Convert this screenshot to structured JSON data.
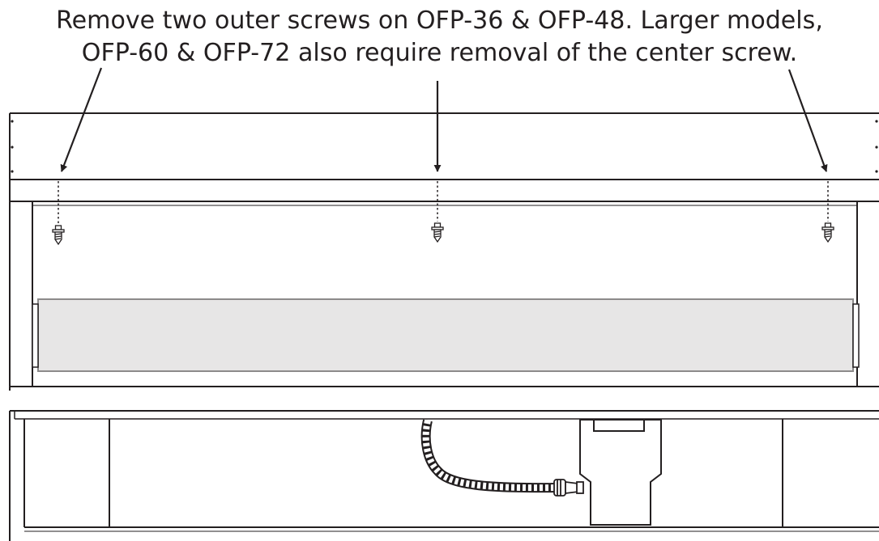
{
  "caption": {
    "line1": "Remove two outer screws on OFP-36 & OFP-48.  Larger models,",
    "line2": "OFP-60 & OFP-72  also require removal of the center screw."
  },
  "colors": {
    "ink": "#231f20",
    "panel_fill": "#e7e6e6",
    "background": "#ffffff"
  },
  "callouts": [
    {
      "target": "left-screw"
    },
    {
      "target": "center-screw"
    },
    {
      "target": "right-screw"
    }
  ]
}
